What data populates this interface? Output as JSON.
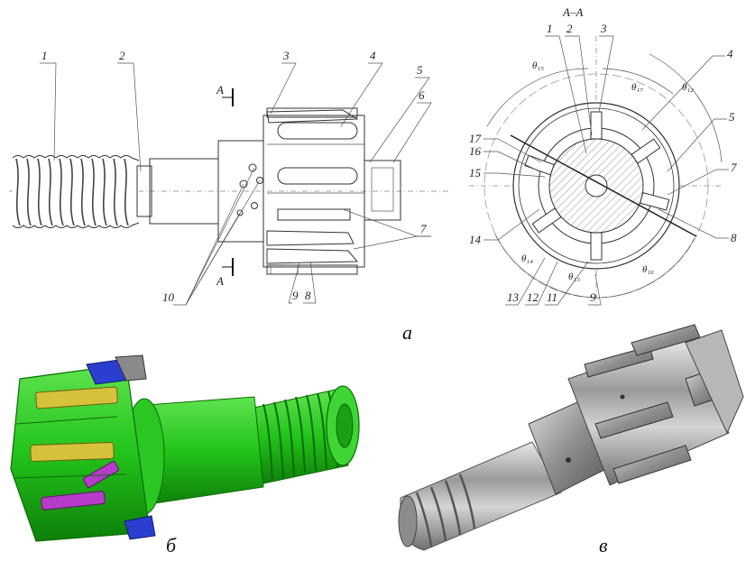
{
  "figure": {
    "captions": {
      "a": "а",
      "b": "б",
      "c": "в"
    },
    "section_label": "A–A",
    "cut_marks": [
      "A",
      "A"
    ],
    "side_view_labels": [
      "1",
      "2",
      "3",
      "4",
      "5",
      "6",
      "7",
      "7",
      "8",
      "9",
      "10"
    ],
    "section_view_labels": [
      "1",
      "2",
      "3",
      "4",
      "5",
      "7",
      "8",
      "9",
      "11",
      "12",
      "13",
      "14",
      "15",
      "16",
      "17"
    ],
    "angle_labels": [
      "θ₁₅",
      "θ₁₇",
      "θ₁₂",
      "θ₁₄",
      "θ₁₃",
      "θ₁₆"
    ],
    "colors": {
      "model_body": "#22c41a",
      "model_blade_yellow": "#d6c23a",
      "model_blade_purple": "#b43cc8",
      "model_blade_blue": "#2a3fd0",
      "photo_metal": "#a9a9a9"
    }
  }
}
